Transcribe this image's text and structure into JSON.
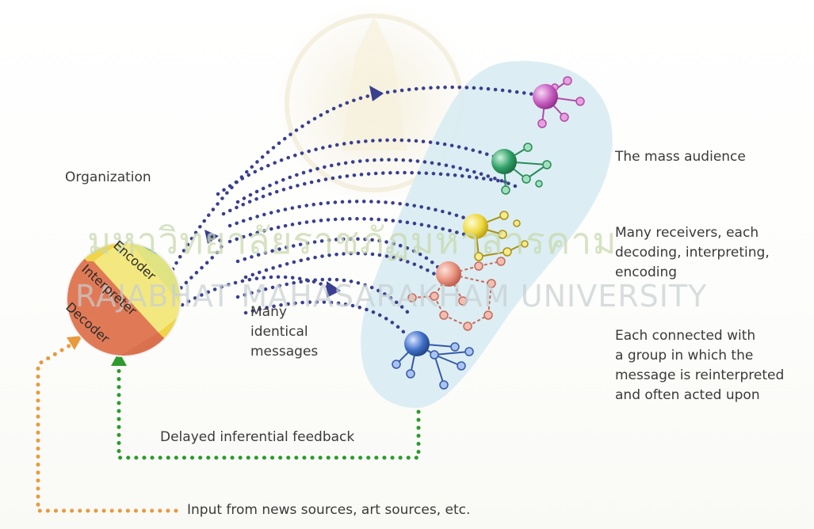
{
  "labels": {
    "organization": "Organization",
    "mass_audience": "The mass audience",
    "many_receivers": [
      "Many receivers, each",
      "decoding, interpreting,",
      "encoding"
    ],
    "each_connected": [
      "Each connected with",
      "a group in which the",
      "message is reinterpreted",
      "and often acted upon"
    ],
    "identical_messages": [
      "Many",
      "identical",
      "messages"
    ],
    "feedback": "Delayed inferential feedback",
    "input": "Input from news sources, art sources, etc."
  },
  "organization_circle": {
    "encoder": "Encoder",
    "interpreter": "Interpreter",
    "decoder": "Decoder"
  },
  "watermark": {
    "thai": "มหาวิทยาลัยราชภัฏมหาสารคาม",
    "english": "RAJABHAT MAHASARAKHAM UNIVERSITY"
  },
  "colors": {
    "message_arrows": "#3a3f8f",
    "feedback": "#2e9a2e",
    "input": "#e89a3c",
    "audience_area": "#d8ecf2",
    "encoder": "#2f9f5a",
    "interpreter_band": "#f2e05a",
    "decoder": "#d9714e",
    "receiver_magenta": "#c65cc0",
    "receiver_green": "#2fa067",
    "receiver_yellow": "#eed83c",
    "receiver_salmon": "#e8907c",
    "receiver_blue": "#3e6ec8"
  }
}
